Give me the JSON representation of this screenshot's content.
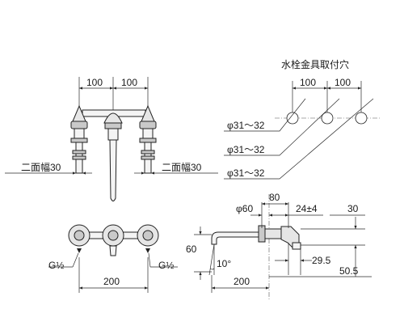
{
  "labels": {
    "mounting_holes": "水栓金具取付穴",
    "top_pitch_left": "100",
    "top_pitch_right": "100",
    "holes_pitch_left": "100",
    "holes_pitch_right": "100",
    "hole_dia_1": "φ31～32",
    "hole_dia_2": "φ31～32",
    "hole_dia_3": "φ31～32",
    "flats_left": "二面幅30",
    "flats_right": "二面幅30",
    "thread_left": "G½",
    "thread_right": "G½",
    "front_span": "200",
    "side_span": "200",
    "escutcheon_dia": "φ60",
    "side_80": "80",
    "side_24": "24±4",
    "side_30": "30",
    "side_60": "60",
    "angle_10": "10°",
    "side_29_5": "29.5",
    "side_50_5": "50.5"
  }
}
